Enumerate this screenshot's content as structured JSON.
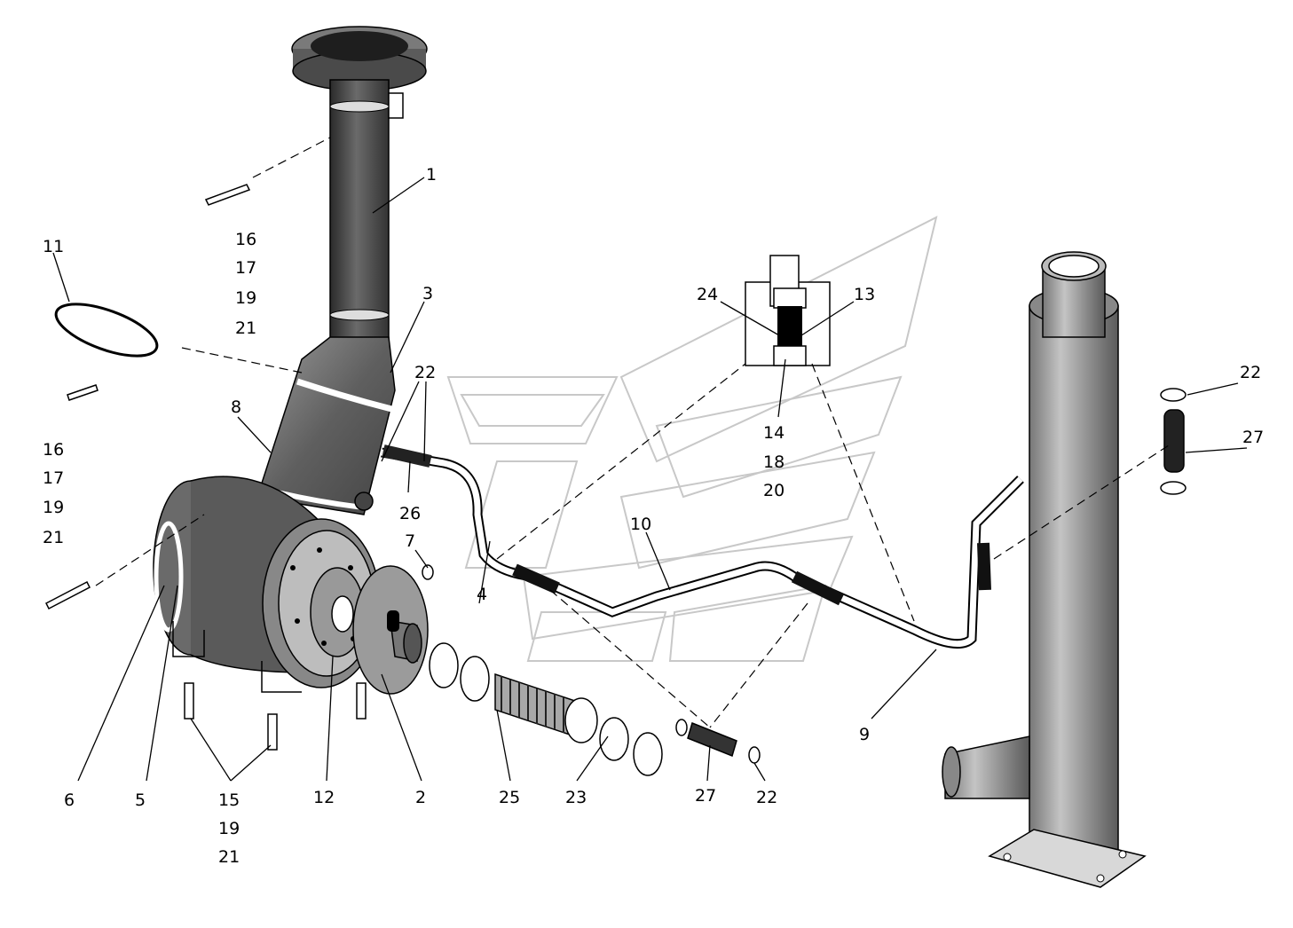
{
  "diagram": {
    "callouts": [
      {
        "id": "c1",
        "text": "1"
      },
      {
        "id": "c3",
        "text": "3"
      },
      {
        "id": "c11",
        "text": "11"
      },
      {
        "id": "c16a",
        "text": "16"
      },
      {
        "id": "c17a",
        "text": "17"
      },
      {
        "id": "c19a",
        "text": "19"
      },
      {
        "id": "c21a",
        "text": "21"
      },
      {
        "id": "c8",
        "text": "8"
      },
      {
        "id": "c16b",
        "text": "16"
      },
      {
        "id": "c17b",
        "text": "17"
      },
      {
        "id": "c19b",
        "text": "19"
      },
      {
        "id": "c21b",
        "text": "21"
      },
      {
        "id": "c22a",
        "text": "22"
      },
      {
        "id": "c26",
        "text": "26"
      },
      {
        "id": "c7",
        "text": "7"
      },
      {
        "id": "c4",
        "text": "4"
      },
      {
        "id": "c10",
        "text": "10"
      },
      {
        "id": "c24",
        "text": "24"
      },
      {
        "id": "c13",
        "text": "13"
      },
      {
        "id": "c14",
        "text": "14"
      },
      {
        "id": "c18",
        "text": "18"
      },
      {
        "id": "c20",
        "text": "20"
      },
      {
        "id": "c22b",
        "text": "22"
      },
      {
        "id": "c27a",
        "text": "27"
      },
      {
        "id": "c9",
        "text": "9"
      },
      {
        "id": "c6",
        "text": "6"
      },
      {
        "id": "c5",
        "text": "5"
      },
      {
        "id": "c15",
        "text": "15"
      },
      {
        "id": "c19c",
        "text": "19"
      },
      {
        "id": "c21c",
        "text": "21"
      },
      {
        "id": "c12",
        "text": "12"
      },
      {
        "id": "c2",
        "text": "2"
      },
      {
        "id": "c25",
        "text": "25"
      },
      {
        "id": "c23",
        "text": "23"
      },
      {
        "id": "c27b",
        "text": "27"
      },
      {
        "id": "c22c",
        "text": "22"
      }
    ]
  },
  "colors": {
    "ink": "#000000",
    "metal_dark": "#3a3a3a",
    "metal_mid": "#6e6e6e",
    "metal_light": "#bdbdbd",
    "paper": "#ffffff"
  }
}
